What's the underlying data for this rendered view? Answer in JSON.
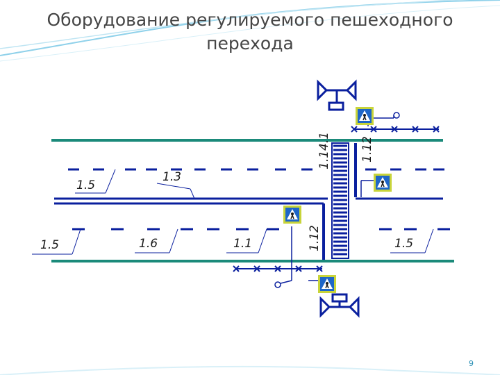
{
  "slide": {
    "title_line1": "Оборудование регулируемого пешеходного",
    "title_line2": "перехода",
    "page_number": "9"
  },
  "diagram": {
    "marking_labels": {
      "upper_left_15": "1.5",
      "upper_13": "1.3",
      "lower_left_15": "1.5",
      "lower_16": "1.6",
      "lower_11": "1.1",
      "stop_line_lower": "1.12",
      "zebra_label": "1.14.1",
      "stop_line_upper": "1.12",
      "lower_right_15": "1.5"
    },
    "colors": {
      "road_edge": "#1b8a7a",
      "marking": "#0a1f9e",
      "sign_frame": "#c8d43a",
      "sign_blue": "#1e66c8",
      "slide_accent": "#6fc0dd"
    }
  }
}
